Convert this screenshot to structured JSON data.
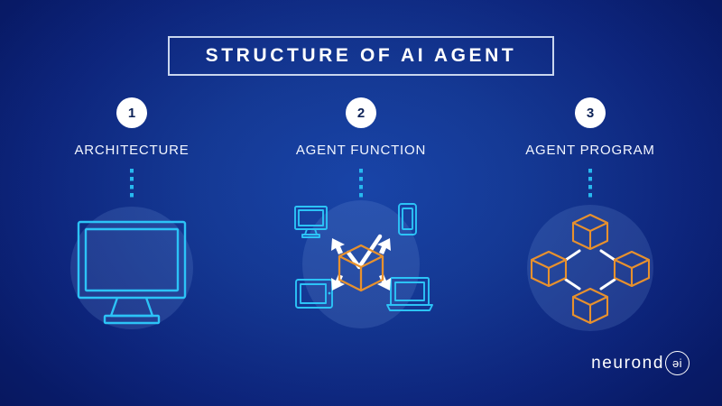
{
  "slide": {
    "title": "STRUCTURE OF AI AGENT",
    "background_color": "#0c2278",
    "accent_cyan": "#27b9ef",
    "accent_orange": "#e8912d"
  },
  "steps": [
    {
      "number": "1",
      "label": "ARCHITECTURE",
      "illustration": "desktop-monitor-icon"
    },
    {
      "number": "2",
      "label": "AGENT FUNCTION",
      "illustration": "devices-to-cube-icon"
    },
    {
      "number": "3",
      "label": "AGENT PROGRAM",
      "illustration": "blockchain-cubes-icon"
    }
  ],
  "logo": {
    "word": "neurond",
    "mark": "əi"
  }
}
